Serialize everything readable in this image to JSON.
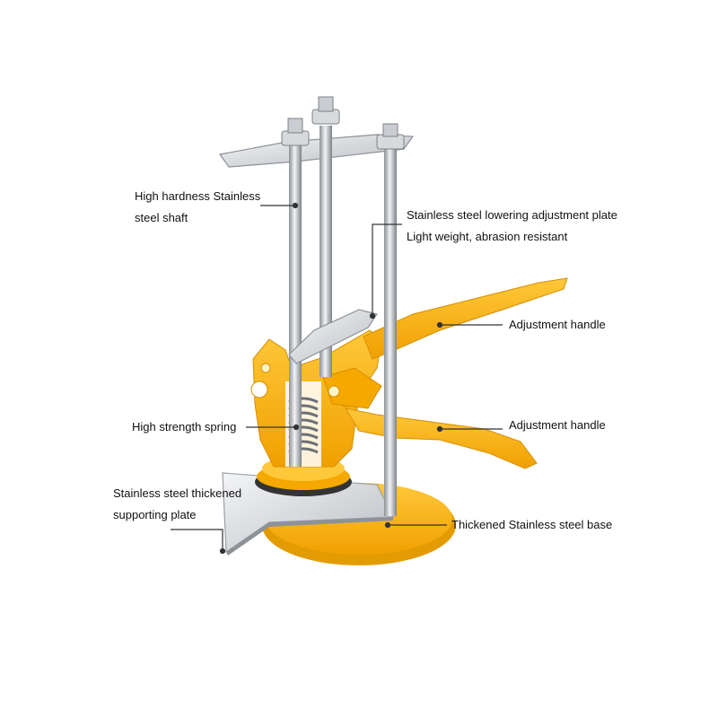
{
  "labels": {
    "shaft_line1": "High hardness Stainless",
    "shaft_line2": "steel shaft",
    "lowering_plate_line1": "Stainless steel lowering adjustment plate",
    "lowering_plate_line2": "Light weight, abrasion resistant",
    "handle_upper": "Adjustment handle",
    "handle_lower": "Adjustment handle",
    "spring": "High strength spring",
    "support_plate_line1": "Stainless steel thickened",
    "support_plate_line2": "supporting plate",
    "base": "Thickened Stainless steel base"
  },
  "colors": {
    "body_yellow": "#f5a800",
    "body_yellow_light": "#ffc83a",
    "steel": "#c9ccd0",
    "steel_dark": "#7d8287",
    "leader_line": "#333333",
    "text": "#111111"
  }
}
